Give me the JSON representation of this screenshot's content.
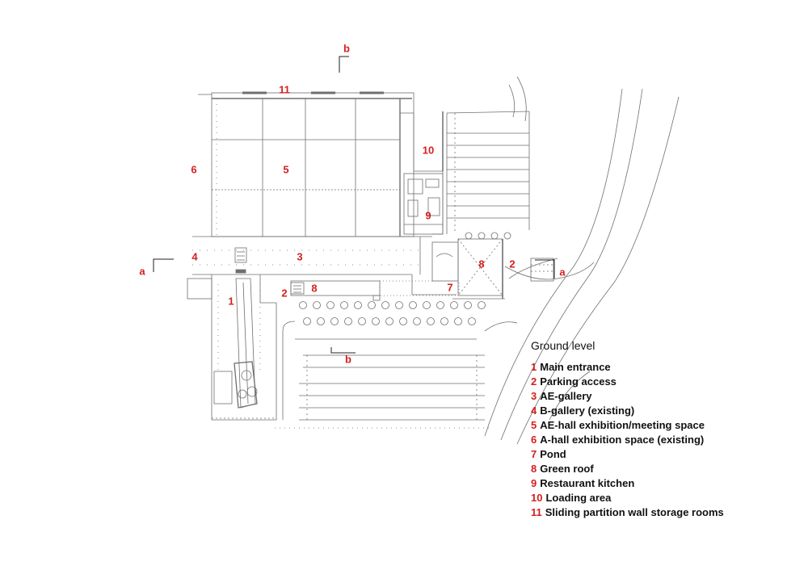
{
  "legend": {
    "title": "Ground level",
    "items": [
      {
        "num": "1",
        "label": "Main entrance"
      },
      {
        "num": "2",
        "label": "Parking access"
      },
      {
        "num": "3",
        "label": "AE-gallery"
      },
      {
        "num": "4",
        "label": "B-gallery (existing)"
      },
      {
        "num": "5",
        "label": "AE-hall exhibition/meeting space"
      },
      {
        "num": "6",
        "label": "A-hall exhibition space (existing)"
      },
      {
        "num": "7",
        "label": "Pond"
      },
      {
        "num": "8",
        "label": "Green roof"
      },
      {
        "num": "9",
        "label": "Restaurant kitchen"
      },
      {
        "num": "10",
        "label": "Loading area"
      },
      {
        "num": "11",
        "label": "Sliding partition wall storage rooms"
      }
    ]
  },
  "plan_labels": {
    "n1": "1",
    "n2a": "2",
    "n2b": "2",
    "n3": "3",
    "n4": "4",
    "n5": "5",
    "n6": "6",
    "n7": "7",
    "n8": "8",
    "n9": "9",
    "n10": "10",
    "n11": "11"
  },
  "section_marks": {
    "a_left": "a",
    "a_right": "a",
    "b_top": "b",
    "b_bottom": "b"
  },
  "colors": {
    "label": "#d42020",
    "line": "#6f6f6f"
  }
}
